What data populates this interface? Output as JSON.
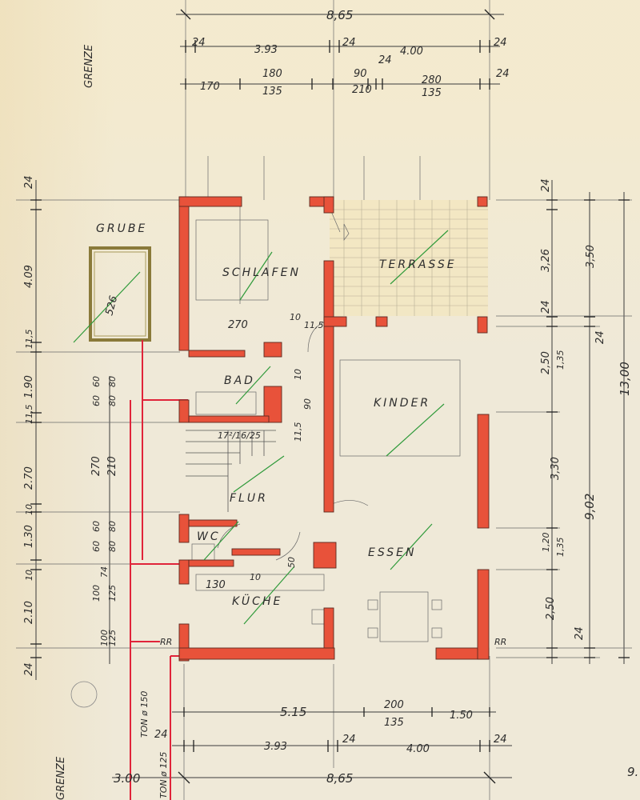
{
  "rooms": {
    "schlafen": "SCHLAFEN",
    "terrasse": "TERRASSE",
    "kinder": "KINDER",
    "bad": "BAD",
    "flur": "FLUR",
    "wc": "WC",
    "kueche": "KÜCHE",
    "essen": "ESSEN",
    "grube": "GRUBE"
  },
  "border_label": "GRENZE",
  "border_label_bottom": "GRENZE",
  "pit_dim": "526",
  "stair_text": "17²/16/25",
  "pipe_labels": {
    "ton_150": "TON ø 150",
    "ton_125": "TON ø 125",
    "rr_left": "RR",
    "rr_right": "RR"
  },
  "top_dims": {
    "overall": "8,65",
    "row2": [
      "24",
      "3.93",
      "24",
      "4.00",
      "24"
    ],
    "row2_mid": "24",
    "row3_top": [
      "180",
      "90",
      "280",
      "24"
    ],
    "row3_bottom": [
      "170",
      "135",
      "210",
      "135"
    ]
  },
  "inner_dims": {
    "schlafen_width": "270",
    "wall_a": "10",
    "wall_b": "11,5",
    "bath_a": "10",
    "bath_b": "90",
    "bath_c": "11,5",
    "kitchen_a": "130",
    "kitchen_b": "10",
    "kitchen_c": "50"
  },
  "left_dims": {
    "outer": [
      "24",
      "4.09",
      "11,5",
      "1.90",
      "11,5",
      "2.70",
      "10",
      "1.30",
      "10",
      "2.10",
      "24"
    ],
    "inner_top": [
      "60",
      "80",
      "60",
      "80"
    ],
    "inner_mid": [
      "270",
      "210"
    ],
    "inner_low": [
      "60",
      "80",
      "60",
      "80"
    ],
    "inner_bottom": [
      "100",
      "125",
      "74",
      "100",
      "125"
    ]
  },
  "right_dims": {
    "inner": [
      "24",
      "3,26",
      "24",
      "2,50",
      "1,35",
      "3,30",
      "1,20",
      "1,35",
      "2,50",
      "24"
    ],
    "mid": [
      "3,50",
      "24",
      "9,02"
    ],
    "outer": "13,00"
  },
  "bottom_dims": {
    "row1": [
      "5.15",
      "200",
      "1.50"
    ],
    "row1_sub": "135",
    "row2": [
      "24",
      "3.93",
      "24",
      "4.00",
      "24"
    ],
    "row3_left": "3.00",
    "row3_overall": "8,65",
    "edge": "9."
  }
}
